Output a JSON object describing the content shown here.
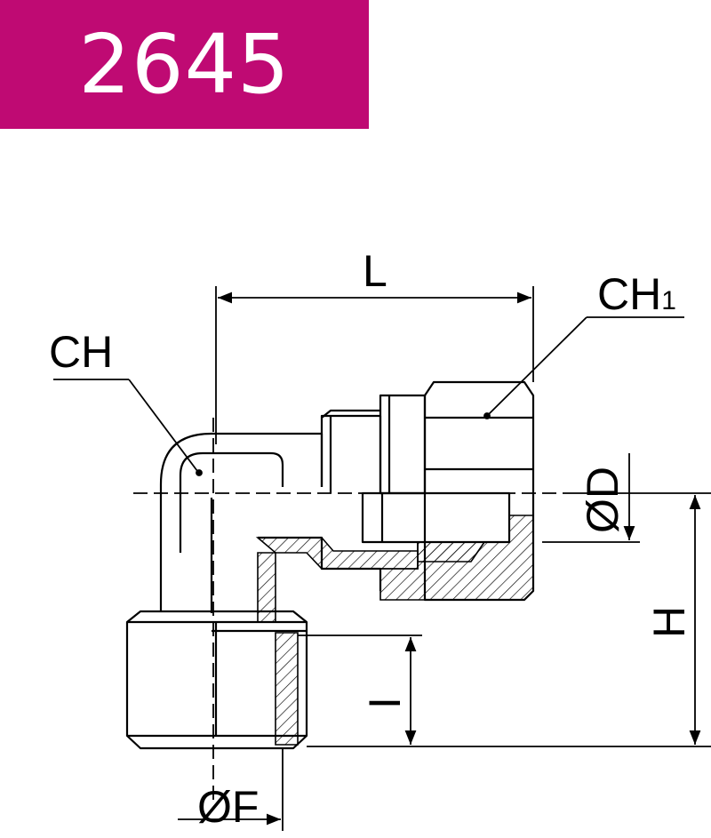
{
  "header": {
    "code": "2645",
    "background_color": "#bf0a73",
    "text_color": "#ffffff"
  },
  "diagram": {
    "labels": {
      "L": "L",
      "CH": "CH",
      "CH1_main": "CH",
      "CH1_sub": "1",
      "D": "ØD",
      "H": "H",
      "I": "I",
      "F": "ØF"
    }
  }
}
